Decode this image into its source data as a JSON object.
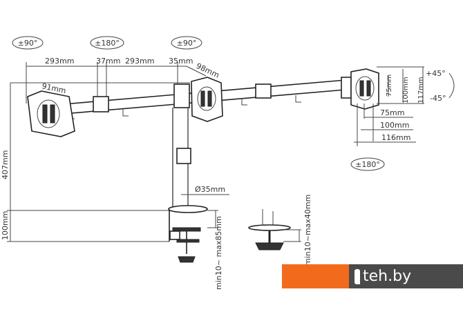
{
  "rotations": {
    "left_tilt": "±90°",
    "arm_swivel": "±180°",
    "center_tilt": "±90°",
    "bottom_swivel": "±180°"
  },
  "dimensions": {
    "arm_left": "293mm",
    "joint": "37mm",
    "arm_right": "293mm",
    "pole_offset": "35mm",
    "plate_depth_center": "98mm",
    "plate_depth_left": "91mm",
    "height": "407mm",
    "desk": "100mm",
    "pole_diameter": "Ø35mm",
    "clamp_range": "min10~ max85mm",
    "grommet_range": "min10~max40mm",
    "vesa_v75": "75mm",
    "vesa_v100": "100mm",
    "plate_v117": "117mm",
    "vesa_h75": "75mm",
    "vesa_h100": "100mm",
    "plate_h116": "116mm",
    "tilt_up": "+45°",
    "tilt_down": "-45°"
  },
  "watermark": {
    "logo_text": "1teh.by",
    "text": "teh.by",
    "colors": {
      "orange": "#f26b1d",
      "gray": "#4a4a4a"
    }
  }
}
